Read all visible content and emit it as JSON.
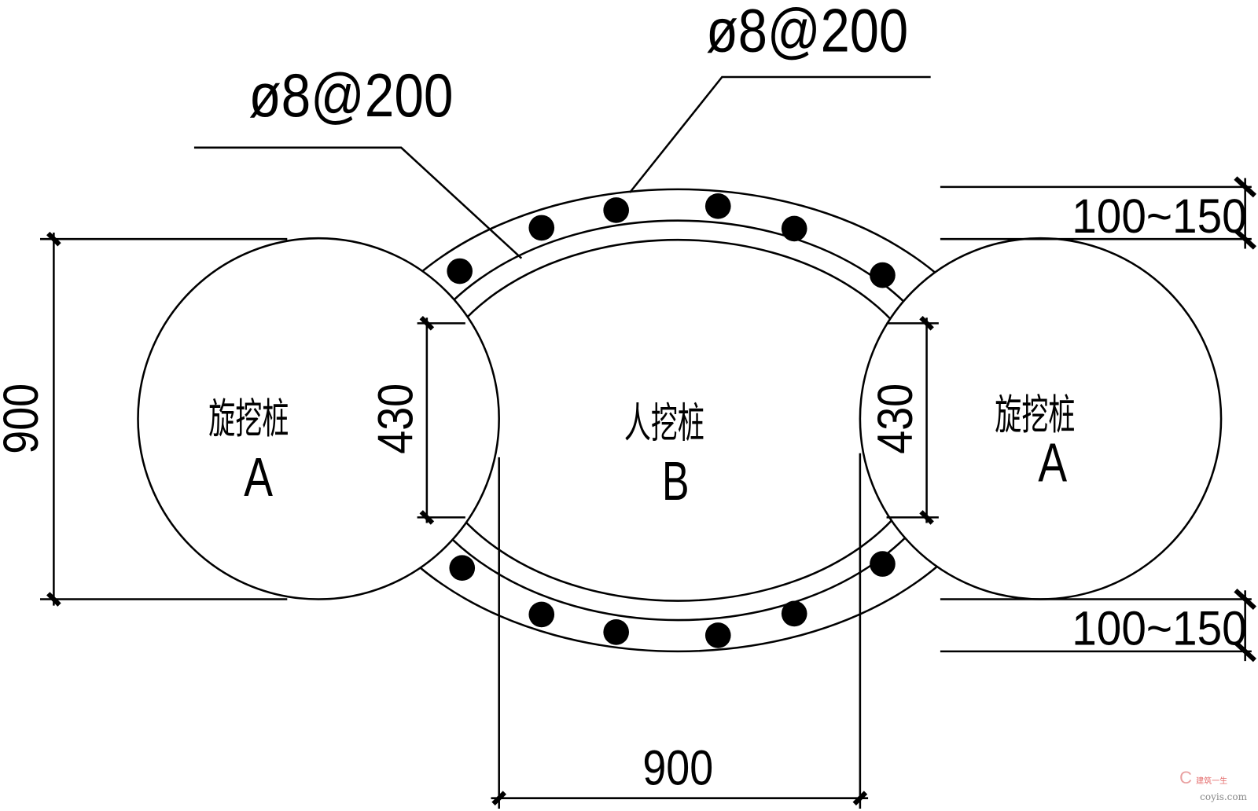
{
  "pile_labels": {
    "left_name": "旋挖桩",
    "left_letter": "A",
    "center_name": "人挖桩",
    "center_letter": "B",
    "right_name": "旋挖桩",
    "right_letter": "A"
  },
  "rebar_callouts": {
    "inner": "ø8@200",
    "outer": "ø8@200"
  },
  "dimensions": {
    "left_height": "900",
    "left_overlap": "430",
    "right_overlap": "430",
    "bottom_width": "900",
    "top_gap": "100~150",
    "bottom_gap": "100~150"
  },
  "watermark": {
    "cn": "建筑一生",
    "en": "coyis.com"
  }
}
